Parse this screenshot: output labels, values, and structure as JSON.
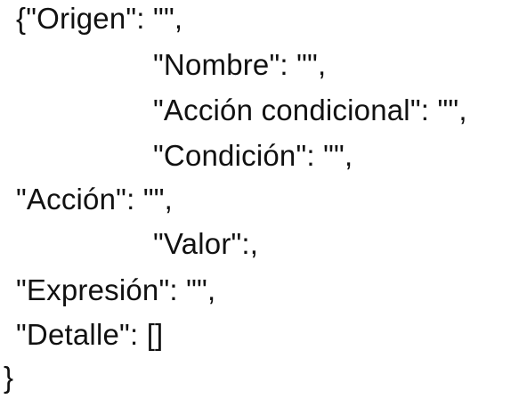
{
  "document": {
    "lines": [
      "{\"Origen\": \"\",",
      "\"Nombre\": \"\",",
      "\"Acción condicional\": \"\",",
      "\"Condición\": \"\",",
      "\"Acción\": \"\",",
      "\"Valor\":,",
      "\"Expresión\": \"\",",
      "\"Detalle\": []",
      "}"
    ]
  }
}
